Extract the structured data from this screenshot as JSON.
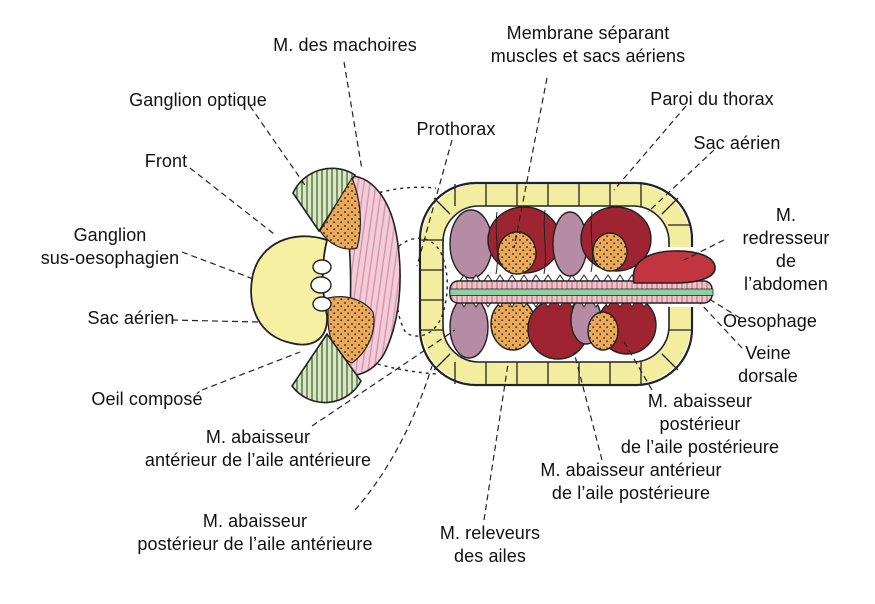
{
  "colors": {
    "ink": "#1a1a1a",
    "ganglion_yellow": "#f6f0a2",
    "thorax_wall_yellow": "#f3eda0",
    "muscle_pink": "#f3ccd8",
    "muscle_dark_red": "#9e2431",
    "muscle_mauve": "#b68ba4",
    "muscle_orange": "#eaaa5e",
    "optic_green": "#d9e8c2",
    "vein_green": "#8ed0a2",
    "redresseur_red": "#c23540",
    "background": "#ffffff"
  },
  "labels": {
    "machoires": "M. des machoires",
    "membrane": "Membrane séparant\nmuscles et sacs aériens",
    "ganglion_optique": "Ganglion optique",
    "paroi_thorax": "Paroi du thorax",
    "front": "Front",
    "prothorax": "Prothorax",
    "sac_aerien_droit": "Sac aérien",
    "redresseur_abdomen": "M. redresseur\nde l’abdomen",
    "ganglion_sus_oesophagien": "Ganglion\nsus-oesophagien",
    "sac_aerien_gauche": "Sac aérien",
    "oesophage": "Oesophage",
    "veine_dorsale": "Veine dorsale",
    "oeil_compose": "Oeil composé",
    "abaisseur_posterieur_aile_posterieure": "M. abaisseur postérieur\nde l’aile postérieure",
    "abaisseur_anterieur_aile_anterieure": "M. abaisseur\nantérieur de l’aile antérieure",
    "abaisseur_anterieur_aile_posterieure": "M. abaisseur antérieur\nde l’aile postérieure",
    "abaisseur_posterieur_aile_anterieure": "M. abaisseur\npostérieur de l’aile antérieure",
    "releveurs_ailes": "M. releveurs\ndes ailes"
  }
}
